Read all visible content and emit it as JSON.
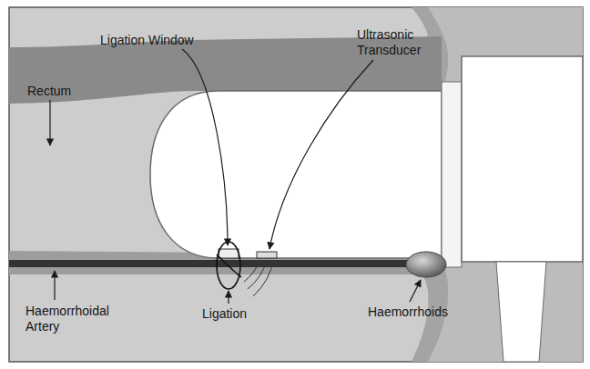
{
  "diagram": {
    "labels": [
      "Ligation Window",
      "Ultrasonic Transducer",
      "Rectum",
      "Haemorrhoidal Artery",
      "Ligation",
      "Haemorrhoids"
    ]
  }
}
